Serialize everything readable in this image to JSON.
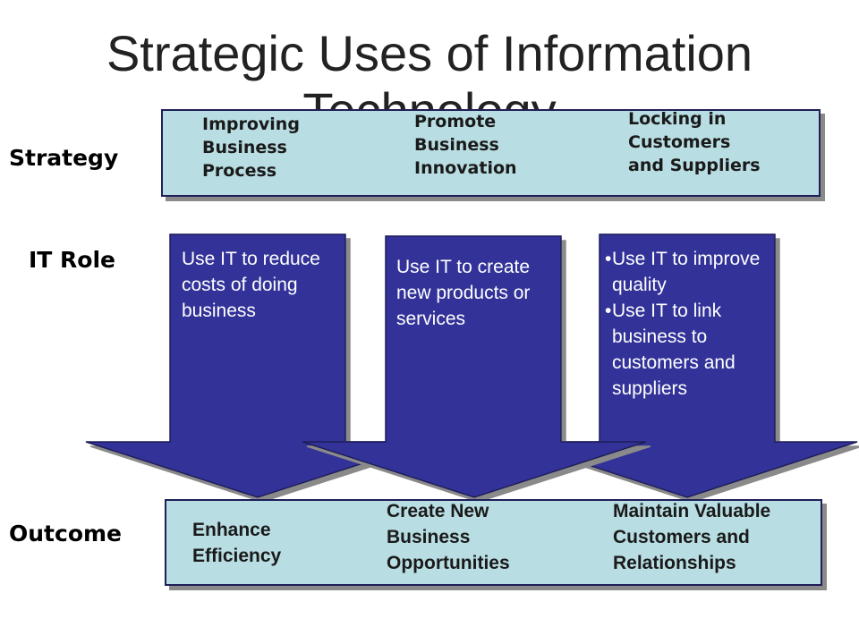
{
  "title": {
    "line1": "Strategic Uses of Information",
    "line2": "Technology"
  },
  "labels": {
    "strategy": "Strategy",
    "it_role": "IT Role",
    "outcome": "Outcome"
  },
  "strategy": [
    "Improving\nBusiness\nProcess",
    "Promote\nBusiness\nInnovation",
    "Locking in\nCustomers\nand Suppliers"
  ],
  "it_roles": {
    "col1": "Use IT to reduce costs of doing business",
    "col2": "Use IT to create new products or services",
    "col3": [
      "Use IT to improve quality",
      "Use IT to link business to customers and suppliers"
    ]
  },
  "outcomes": [
    "Enhance\nEfficiency",
    "Create New\nBusiness\nOpportunities",
    "Maintain Valuable\nCustomers and\nRelationships"
  ],
  "colors": {
    "arrow": "#333399",
    "band": "#b8dde2",
    "border": "#1f1f5a"
  }
}
